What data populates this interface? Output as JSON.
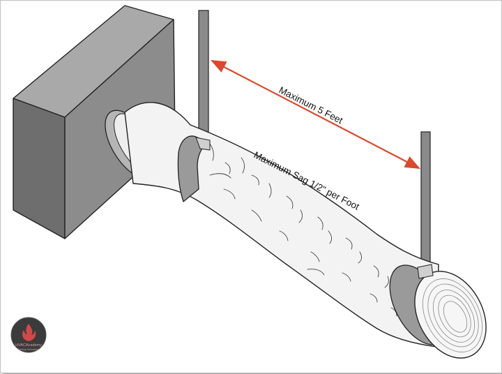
{
  "annotations": {
    "max_spacing": "Maximum 5 Feet",
    "max_sag": "Maximum Sag 1/2\" per Foot"
  },
  "logo": {
    "text": "HVACAcademy",
    "tagline": "Training Technicians"
  },
  "colors": {
    "arrow": "#d94a2e",
    "box_front": "#8c8c8c",
    "box_top": "#a9a9a9",
    "box_side": "#6e6e6e",
    "duct": "#f3f3f3",
    "collar": "#9a9a9a",
    "hanger": "#8a8a8a"
  }
}
